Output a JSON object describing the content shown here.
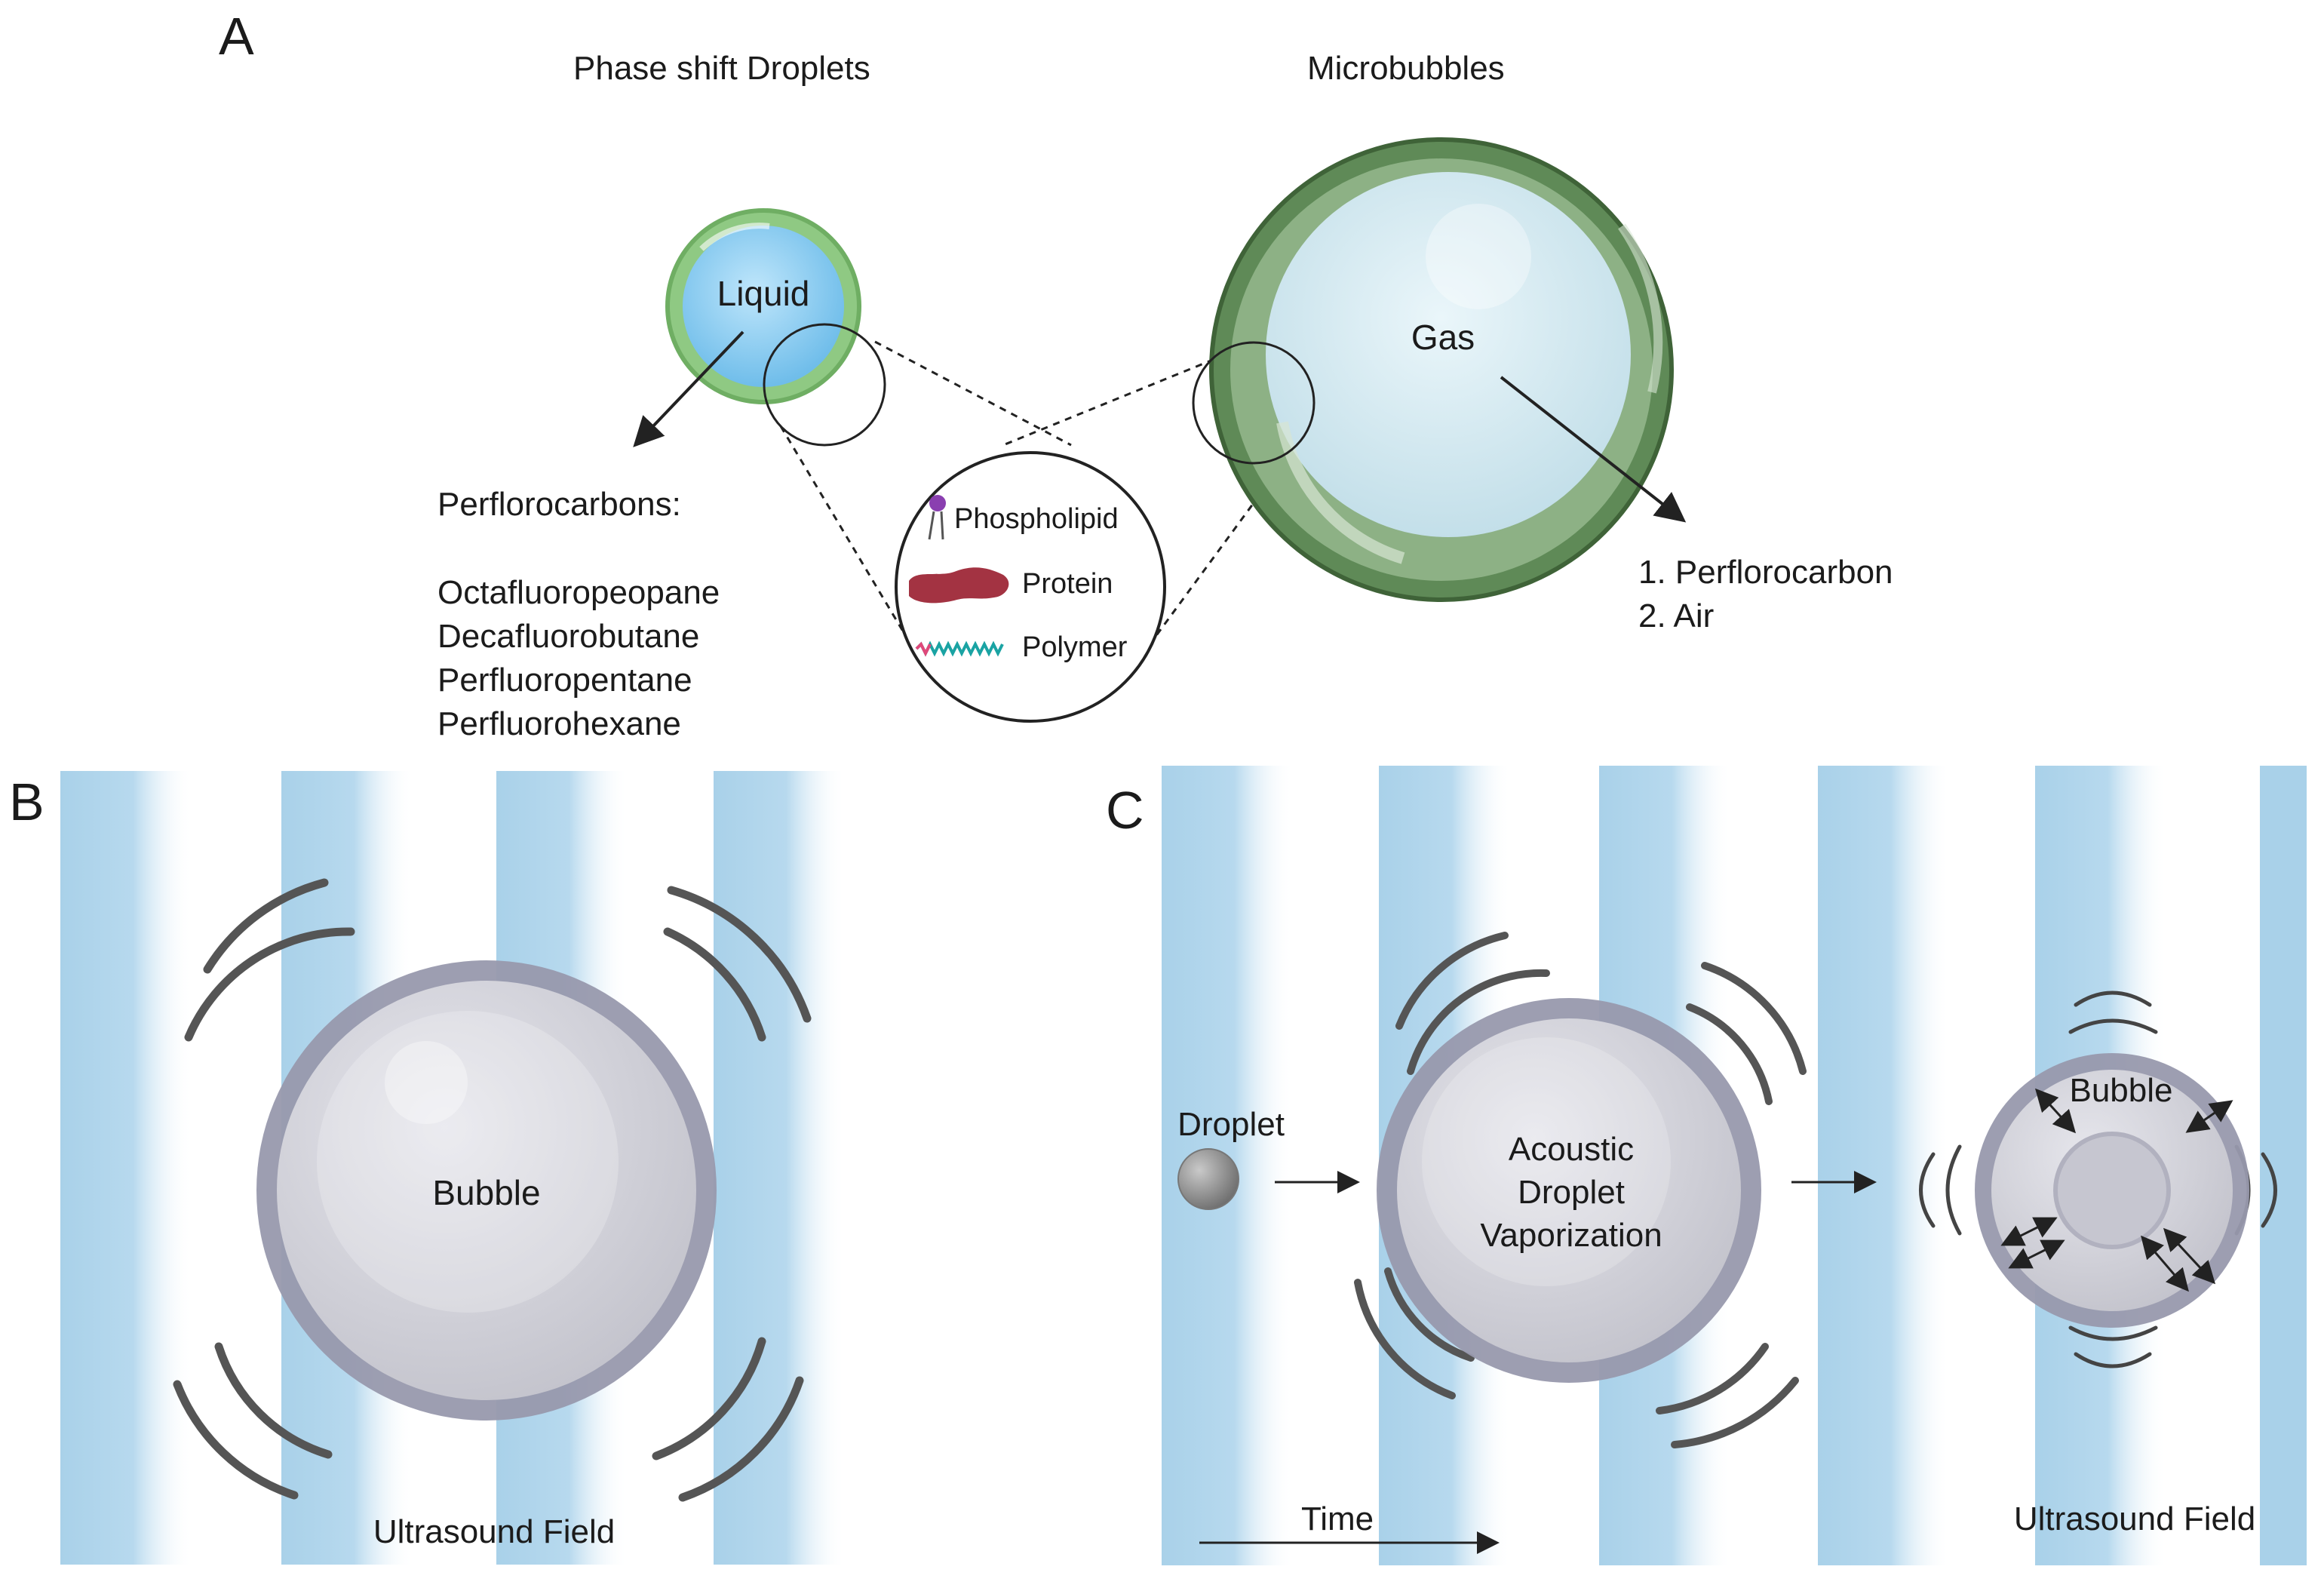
{
  "panel_a": {
    "letter": "A",
    "droplets_heading": "Phase shift Droplets",
    "microbubbles_heading": "Microbubbles",
    "liquid_label": "Liquid",
    "gas_label": "Gas",
    "perfluorocarbons_title": "Perflorocarbons:",
    "perfluorocarbons": [
      "Octafluoropeopane",
      "Decafluorobutane",
      "Perfluoropentane",
      "Perfluorohexane"
    ],
    "gas_types": [
      "1. Perflorocarbon",
      "2. Air"
    ],
    "shell_components": {
      "phospholipid": "Phospholipid",
      "protein": "Protein",
      "polymer": "Polymer"
    }
  },
  "panel_b": {
    "letter": "B",
    "bubble_label": "Bubble",
    "field_label": "Ultrasound Field"
  },
  "panel_c": {
    "letter": "C",
    "droplet_label": "Droplet",
    "adv_label": [
      "Acoustic",
      "Droplet",
      "Vaporization"
    ],
    "bubble_label": "Bubble",
    "time_label": "Time",
    "field_label": "Ultrasound Field"
  },
  "colors": {
    "field_stripe": "#a9d1e9",
    "droplet_shell": "#8fc983",
    "droplet_core": "#8ccbf0",
    "microbubble_shell": "#5f8a57",
    "microbubble_core": "#d8edf4",
    "bubble_rim": "#9899ad",
    "bubble_core": "#d2d2d9",
    "wave_arc": "#555555",
    "protein": "#a33342",
    "phospholipid": "#8a3fb0",
    "polymer": "#1aa3a3"
  }
}
